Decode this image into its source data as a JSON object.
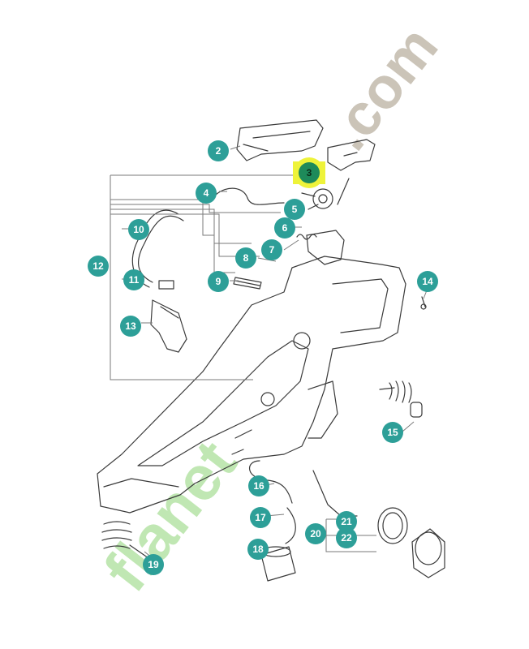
{
  "diagram": {
    "highlighted_label": "3",
    "labels": [
      "2",
      "3",
      "4",
      "5",
      "6",
      "7",
      "8",
      "9",
      "10",
      "11",
      "12",
      "13",
      "14",
      "15",
      "16",
      "17",
      "18",
      "19",
      "20",
      "21",
      "22"
    ]
  },
  "watermark": {
    "prefix": "flanet",
    "suffix": ".com",
    "colors": {
      "green": "#b6e3a6",
      "orange": "#f5a23a",
      "gray": "#cbc4b8"
    }
  },
  "colors": {
    "label_fill": "#2d9f98",
    "highlight": "#eef33a",
    "line": "#3a3a3a",
    "leader": "#7a7a7a"
  }
}
